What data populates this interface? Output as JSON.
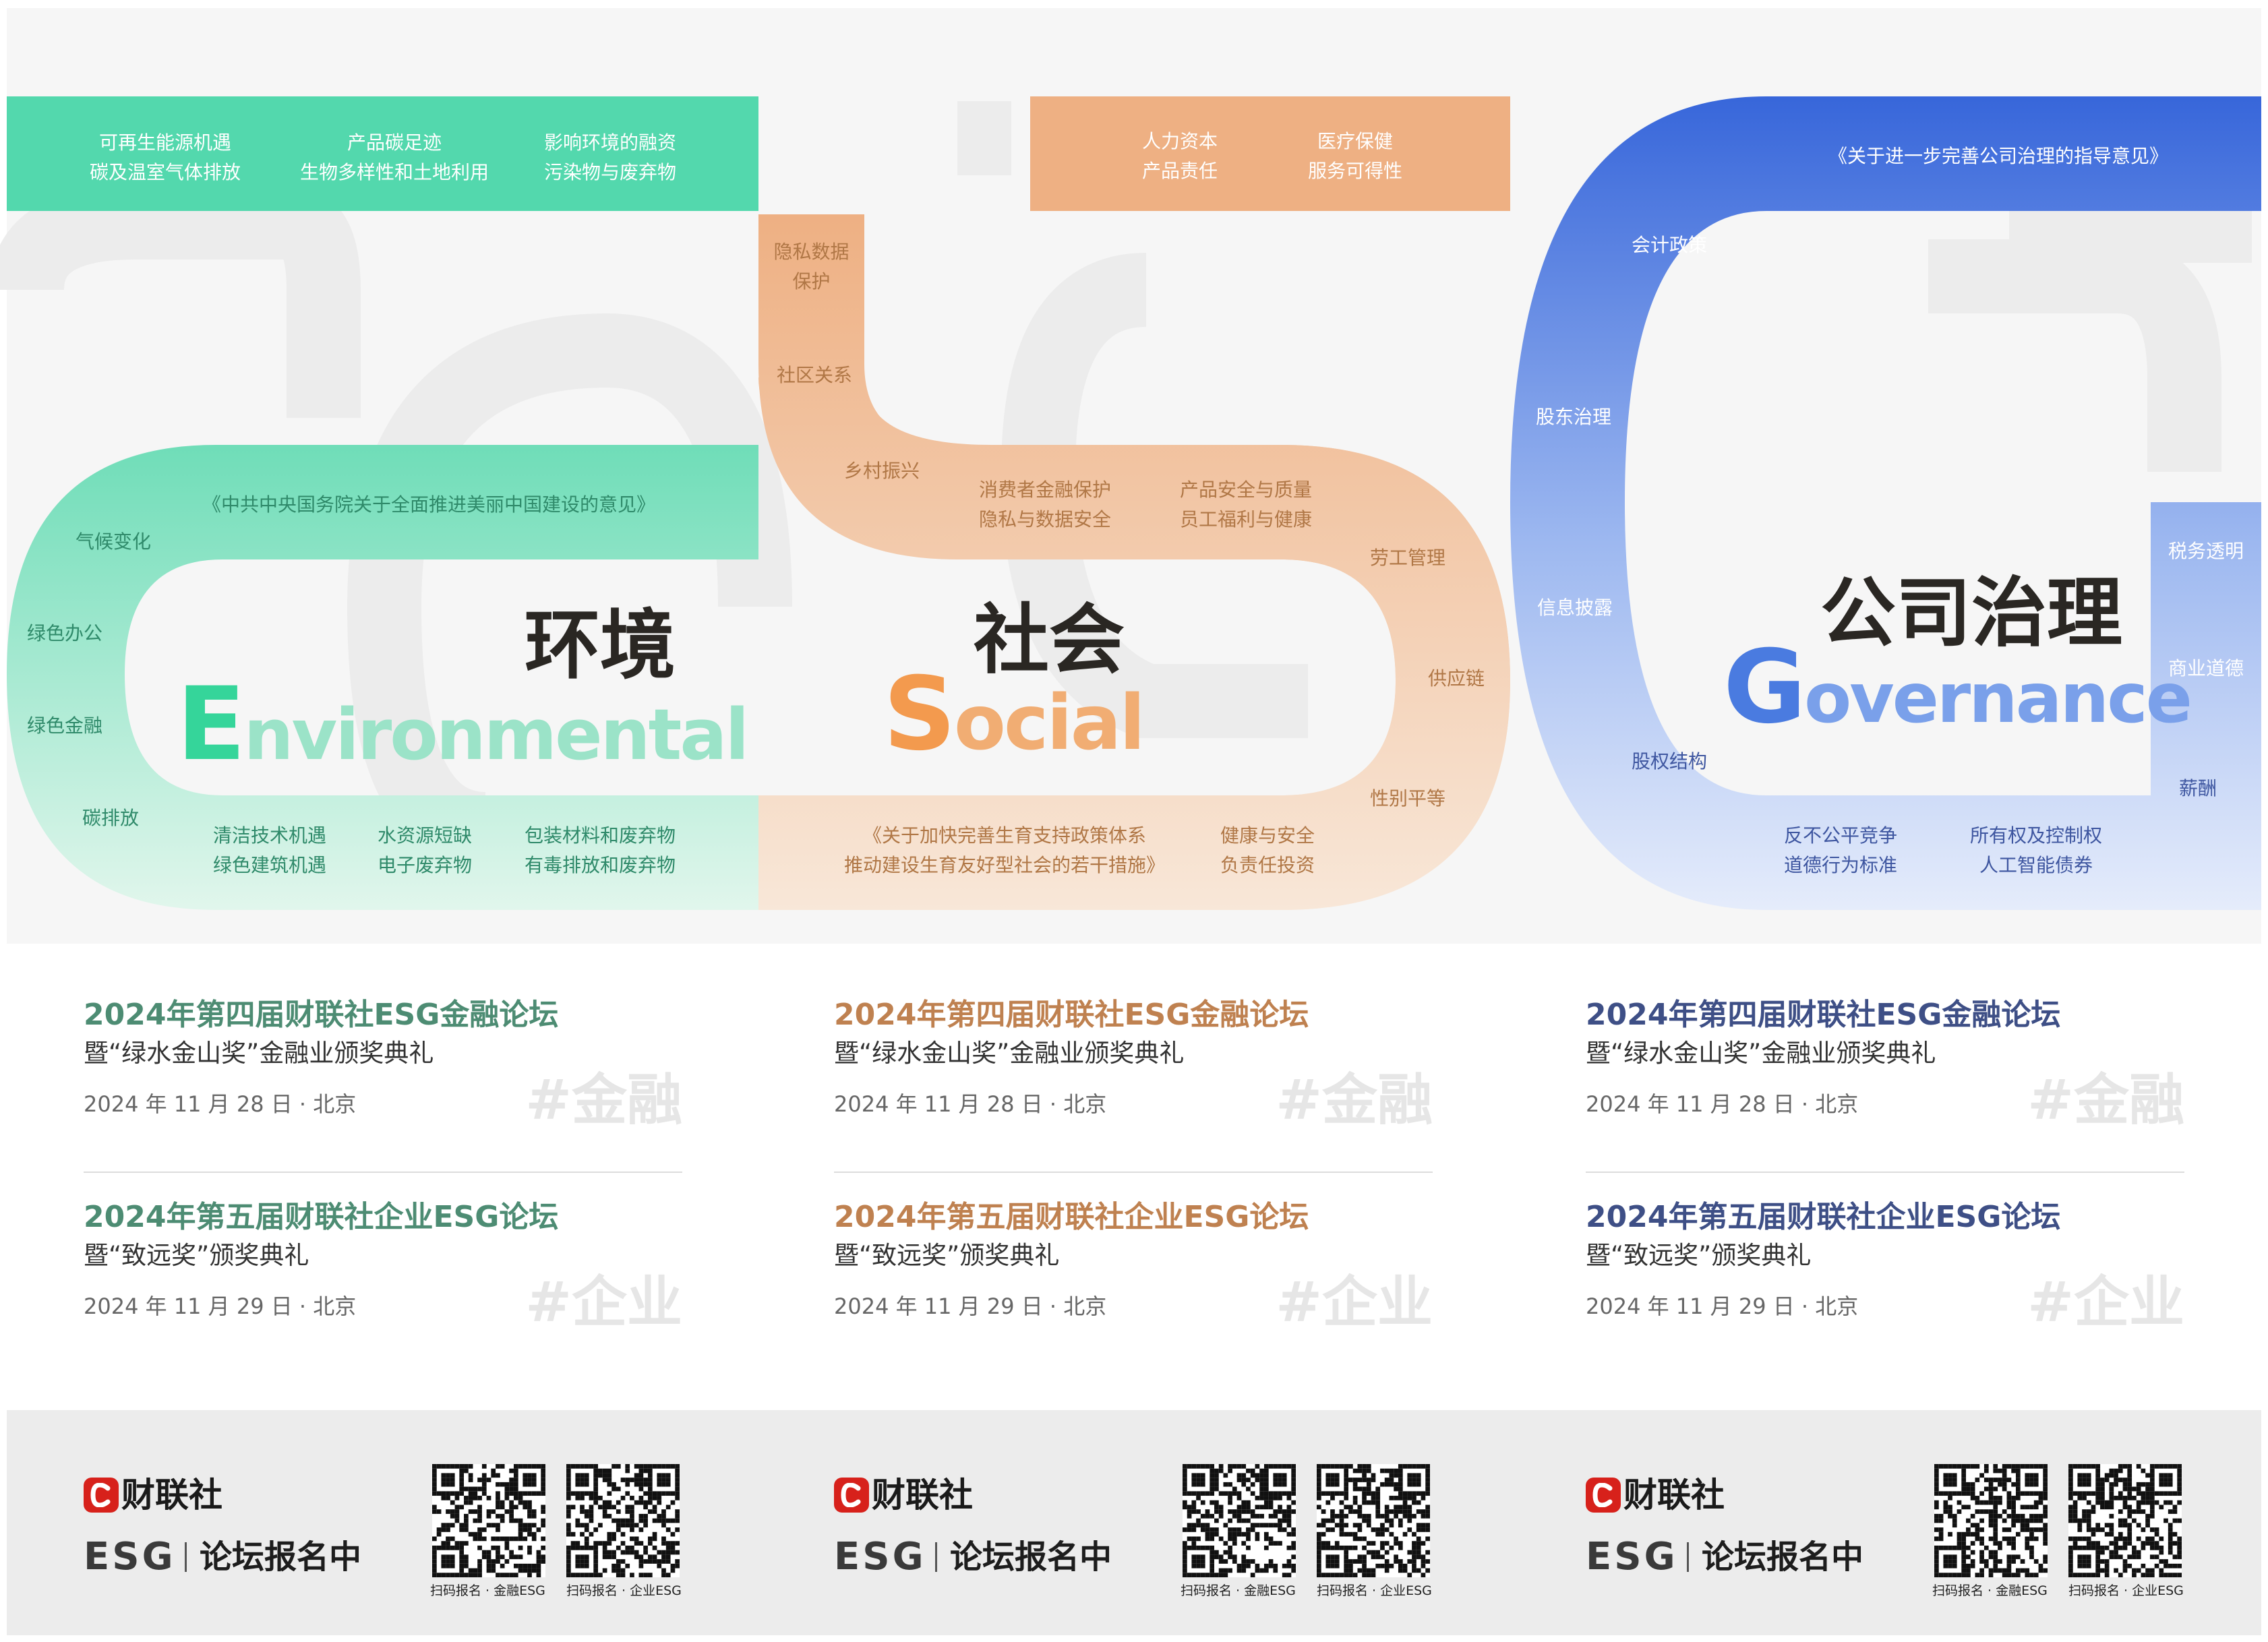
{
  "environmental": {
    "title_cn": "环境",
    "title_en_initial": "E",
    "title_en_rest": "nvironmental",
    "top_bar": [
      {
        "line1": "可再生能源机遇",
        "line2": "碳及温室气体排放"
      },
      {
        "line1": "产品碳足迹",
        "line2": "生物多样性和土地利用"
      },
      {
        "line1": "影响环境的融资",
        "line2": "污染物与废弃物"
      }
    ],
    "policy": "《中共中央国务院关于全面推进美丽中国建设的意见》",
    "side": [
      "气候变化",
      "绿色办公",
      "绿色金融",
      "碳排放"
    ],
    "bottom": [
      {
        "line1": "清洁技术机遇",
        "line2": "绿色建筑机遇"
      },
      {
        "line1": "水资源短缺",
        "line2": "电子废弃物"
      },
      {
        "line1": "包装材料和废弃物",
        "line2": "有毒排放和废弃物"
      }
    ]
  },
  "social": {
    "title_cn": "社会",
    "title_en_initial": "S",
    "title_en_rest": "ocial",
    "top_bar": [
      {
        "line1": "人力资本",
        "line2": "产品责任"
      },
      {
        "line1": "医疗保健",
        "line2": "服务可得性"
      }
    ],
    "left_column": {
      "line1": "隐私数据",
      "line2": "保护"
    },
    "community": "社区关系",
    "rural": "乡村振兴",
    "middle": [
      {
        "line1": "消费者金融保护",
        "line2": "隐私与数据安全"
      },
      {
        "line1": "产品安全与质量",
        "line2": "员工福利与健康"
      }
    ],
    "right_side": [
      "劳工管理",
      "供应链",
      "性别平等"
    ],
    "policy": {
      "line1": "《关于加快完善生育支持政策体系",
      "line2": "推动建设生育友好型社会的若干措施》"
    },
    "bottom_right": {
      "line1": "健康与安全",
      "line2": "负责任投资"
    }
  },
  "governance": {
    "title_cn": "公司治理",
    "title_en_initial": "G",
    "title_en_rest": "overnance",
    "policy": "《关于进一步完善公司治理的指导意见》",
    "arc": [
      "会计政策",
      "股东治理",
      "信息披露",
      "股权结构"
    ],
    "right_bar": [
      "税务透明",
      "商业道德",
      "薪酬"
    ],
    "bottom": [
      {
        "line1": "反不公平竞争",
        "line2": "道德行为标准"
      },
      {
        "line1": "所有权及控制权",
        "line2": "人工智能债券"
      }
    ]
  },
  "events": [
    {
      "forum1_title": "2024年第四届财联社ESG金融论坛",
      "forum1_sub": "暨“绿水金山奖”金融业颁奖典礼",
      "forum1_date": "2024 年 11 月 28 日 · 北京",
      "forum1_tag": "#金融",
      "forum2_title": "2024年第五届财联社企业ESG论坛",
      "forum2_sub": "暨“致远奖”颁奖典礼",
      "forum2_date": "2024 年 11 月 29 日 · 北京",
      "forum2_tag": "#企业"
    },
    {
      "forum1_title": "2024年第四届财联社ESG金融论坛",
      "forum1_sub": "暨“绿水金山奖”金融业颁奖典礼",
      "forum1_date": "2024 年 11 月 28 日 · 北京",
      "forum1_tag": "#金融",
      "forum2_title": "2024年第五届财联社企业ESG论坛",
      "forum2_sub": "暨“致远奖”颁奖典礼",
      "forum2_date": "2024 年 11 月 29 日 · 北京",
      "forum2_tag": "#企业"
    },
    {
      "forum1_title": "2024年第四届财联社ESG金融论坛",
      "forum1_sub": "暨“绿水金山奖”金融业颁奖典礼",
      "forum1_date": "2024 年 11 月 28 日 · 北京",
      "forum1_tag": "#金融",
      "forum2_title": "2024年第五届财联社企业ESG论坛",
      "forum2_sub": "暨“致远奖”颁奖典礼",
      "forum2_date": "2024 年 11 月 29 日 · 北京",
      "forum2_tag": "#企业"
    }
  ],
  "footer": {
    "brand": "财联社",
    "esg": "ESG",
    "registration": "论坛报名中",
    "qr_caption_1": "扫码报名 · 金融ESG",
    "qr_caption_2": "扫码报名 · 企业ESG"
  },
  "colors": {
    "green": "#54d7ad",
    "orange": "#edb081",
    "blue": "#3d6fdc",
    "green_title": "#4d8c73",
    "orange_title": "#bf8150",
    "blue_title": "#3e4f86"
  }
}
